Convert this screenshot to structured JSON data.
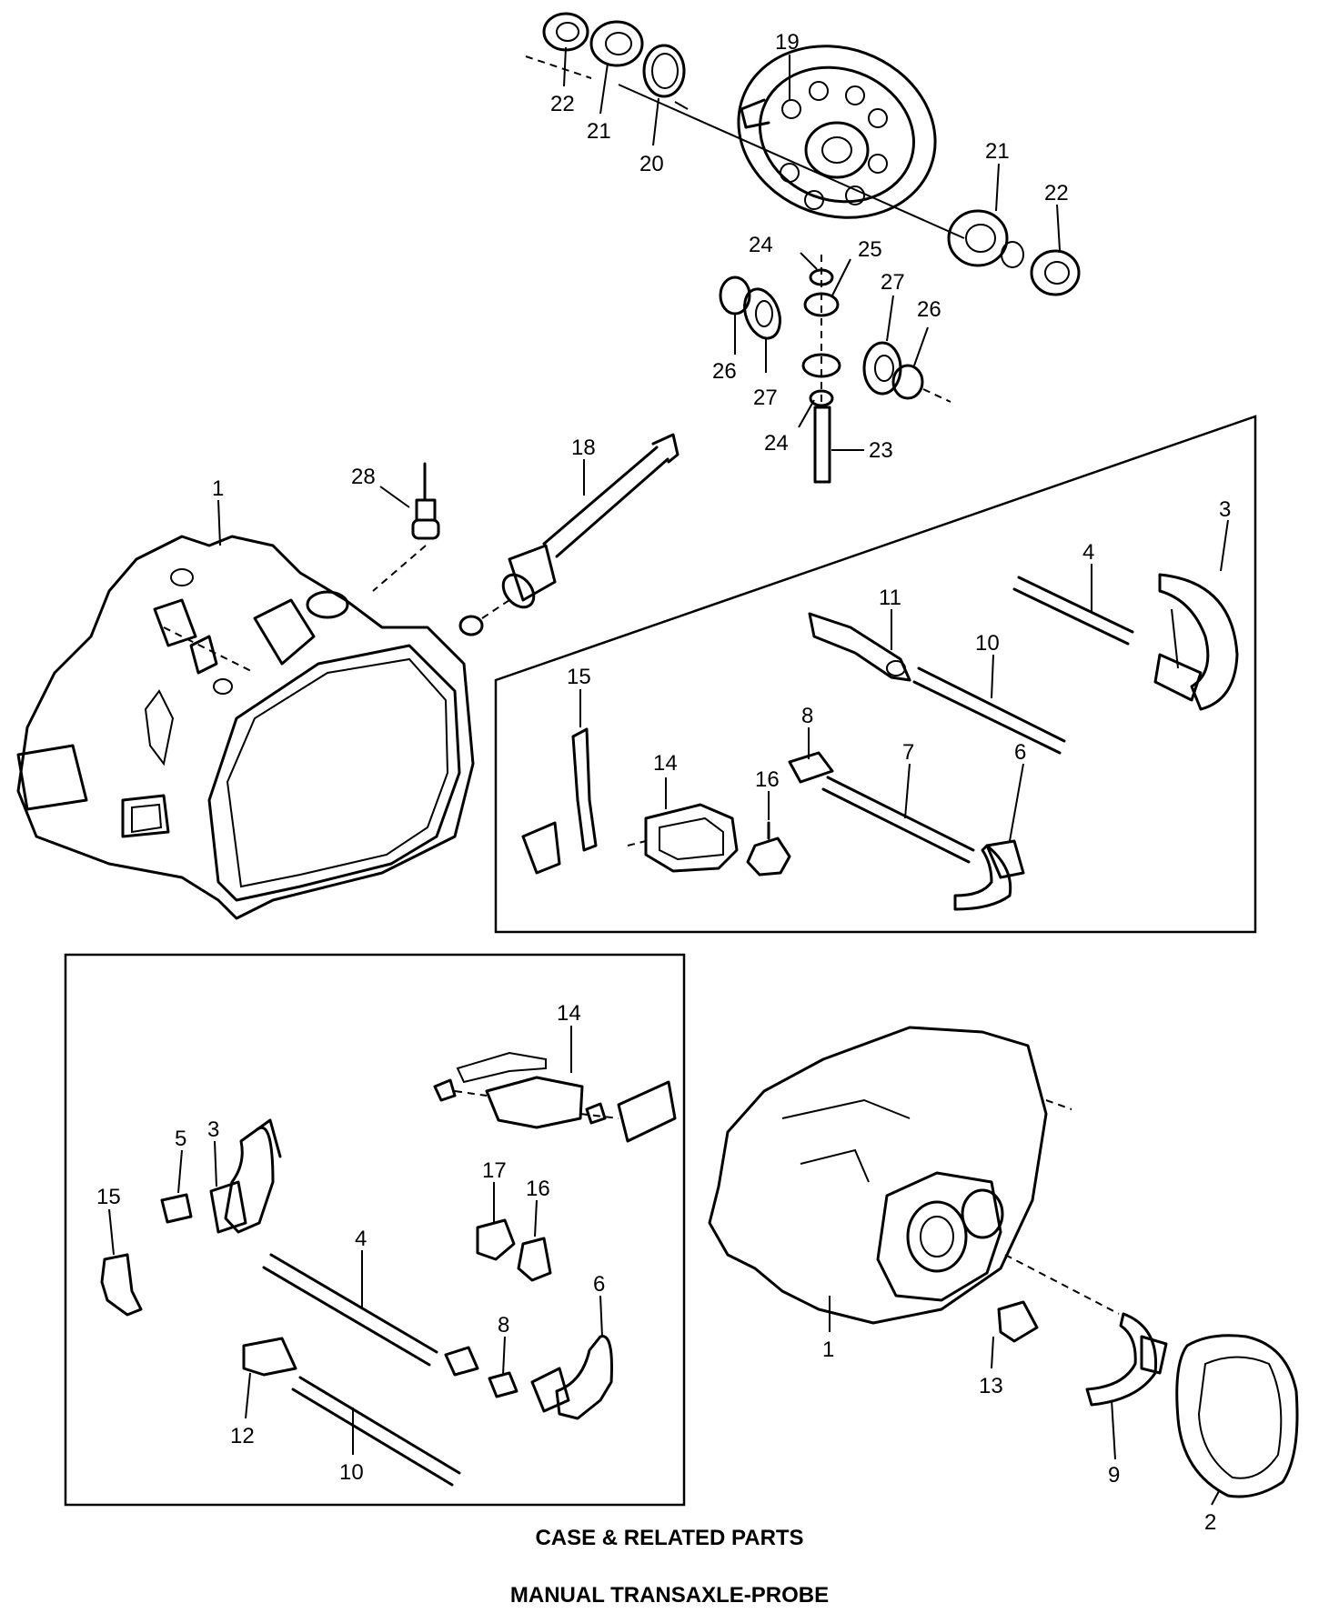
{
  "captions": {
    "line1": "CASE & RELATED PARTS",
    "line2": "MANUAL TRANSAXLE-PROBE"
  },
  "callouts": {
    "c1a": "1",
    "c1b": "1",
    "c2": "2",
    "c3a": "3",
    "c3b": "3",
    "c4a": "4",
    "c4b": "4",
    "c5": "5",
    "c6a": "6",
    "c6b": "6",
    "c7": "7",
    "c8a": "8",
    "c8b": "8",
    "c9": "9",
    "c10a": "10",
    "c10b": "10",
    "c11": "11",
    "c12": "12",
    "c13": "13",
    "c14a": "14",
    "c14b": "14",
    "c15a": "15",
    "c15b": "15",
    "c16a": "16",
    "c16b": "16",
    "c17": "17",
    "c18": "18",
    "c19": "19",
    "c20": "20",
    "c21a": "21",
    "c21b": "21",
    "c22a": "22",
    "c22b": "22",
    "c23": "23",
    "c24a": "24",
    "c24b": "24",
    "c25": "25",
    "c26a": "26",
    "c26b": "26",
    "c27a": "27",
    "c27b": "27",
    "c28": "28"
  }
}
